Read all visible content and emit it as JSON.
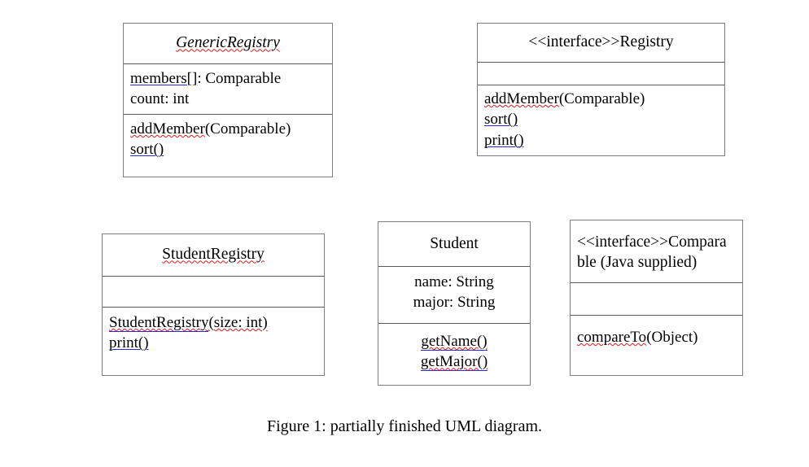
{
  "figure": {
    "caption": "Figure 1: partially finished UML diagram."
  },
  "boxes": {
    "generic_registry": {
      "title": "GenericRegistry",
      "attributes": [
        {
          "pre": "members[]",
          "post": ": Comparable"
        },
        {
          "pre": "",
          "post": "count: int"
        }
      ],
      "methods": [
        {
          "pre": "addMember",
          "post": "(Comparable)"
        },
        {
          "pre": "sort()",
          "post": ""
        }
      ]
    },
    "registry_interface": {
      "title": "<<interface>>Registry",
      "attributes": [],
      "methods": [
        {
          "pre": "addMember",
          "post": "(Comparable)"
        },
        {
          "pre": "sort()",
          "post": ""
        },
        {
          "pre": "print()",
          "post": ""
        }
      ]
    },
    "student_registry": {
      "title": "StudentRegistry",
      "attributes": [],
      "methods": [
        {
          "pre": "StudentRegistry",
          "post": "(size: int)"
        },
        {
          "pre": "print()",
          "post": ""
        }
      ]
    },
    "student": {
      "title": "Student",
      "attributes": [
        {
          "pre": "",
          "post": "name: String"
        },
        {
          "pre": "",
          "post": "major: String"
        }
      ],
      "methods": [
        {
          "pre": "getName()",
          "post": ""
        },
        {
          "pre": "getMajor()",
          "post": ""
        }
      ]
    },
    "comparable_interface": {
      "title_line1": "<<interface>>Compara",
      "title_line2": "ble (Java supplied)",
      "attributes": [],
      "methods": [
        {
          "pre": "compareTo",
          "post": "(Object)"
        }
      ]
    }
  },
  "colors": {
    "box_border": "#7d7d7d",
    "divider": "#5a5a5a",
    "spellcheck": "#e01b1b",
    "grammar": "#2a2ad0",
    "text": "#000000",
    "background": "#ffffff"
  }
}
